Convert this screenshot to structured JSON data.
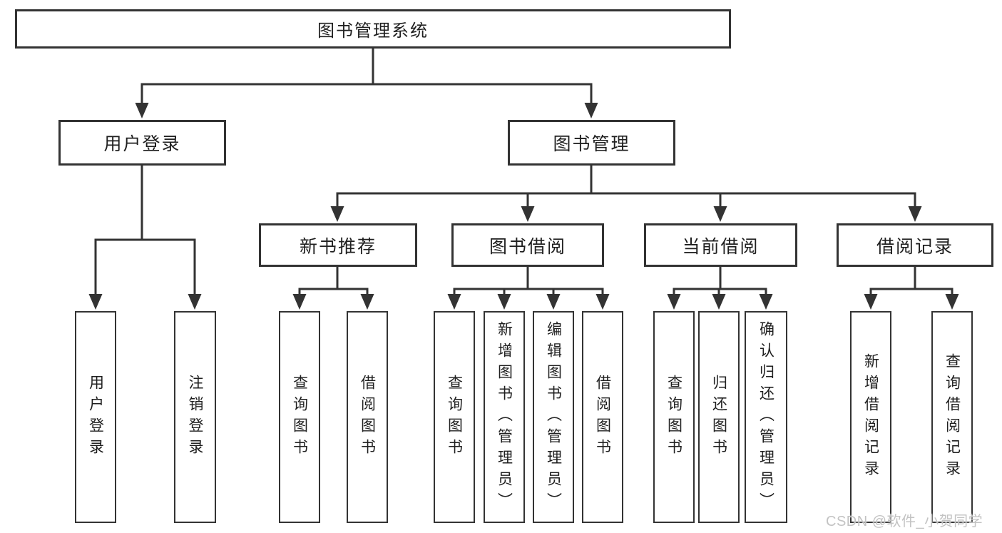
{
  "diagram": {
    "title_node": {
      "label": "图书管理系统"
    },
    "level2": [
      {
        "label": "用户登录"
      },
      {
        "label": "图书管理"
      }
    ],
    "level3": [
      {
        "label": "新书推荐"
      },
      {
        "label": "图书借阅"
      },
      {
        "label": "当前借阅"
      },
      {
        "label": "借阅记录"
      }
    ],
    "leaves": [
      {
        "label": "用户登录"
      },
      {
        "label": "注销登录"
      },
      {
        "label": "查询图书"
      },
      {
        "label": "借阅图书"
      },
      {
        "label": "查询图书"
      },
      {
        "label": "新增图书（管理员）"
      },
      {
        "label": "编辑图书（管理员）"
      },
      {
        "label": "借阅图书"
      },
      {
        "label": "查询图书"
      },
      {
        "label": "归还图书"
      },
      {
        "label": "确认归还（管理员）"
      },
      {
        "label": "新增借阅记录"
      },
      {
        "label": "查询借阅记录"
      }
    ]
  },
  "watermark": {
    "text": "CSDN @软件_小贺同学"
  },
  "colors": {
    "line": "#333333",
    "box_border": "#333333",
    "text": "#1f1f1f",
    "watermark": "#c0c0c0",
    "background": "#ffffff"
  }
}
